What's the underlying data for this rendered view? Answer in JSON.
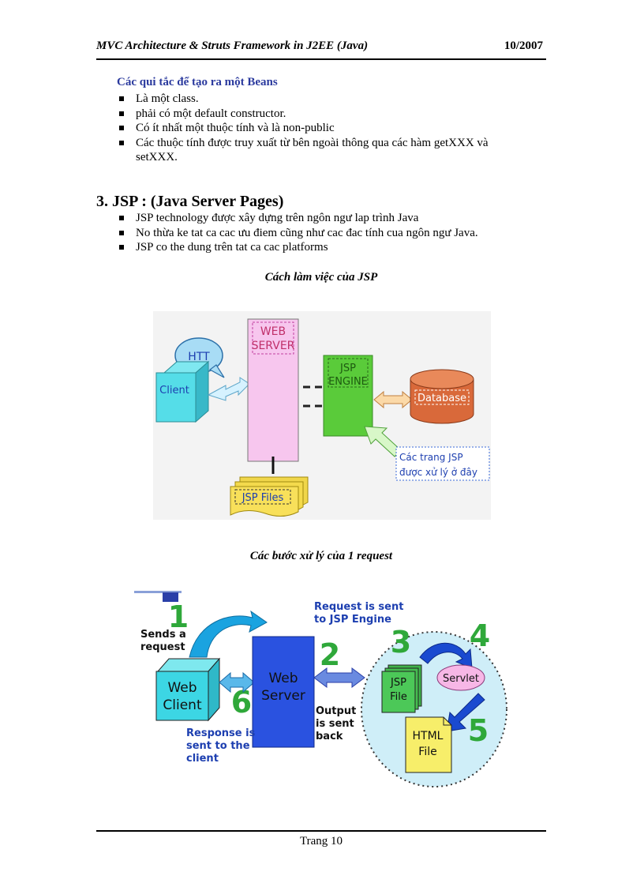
{
  "header": {
    "title": "MVC Architecture & Struts Framework in J2EE (Java)",
    "date": "10/2007"
  },
  "beans": {
    "heading": "Các qui tắc để tạo ra một Beans",
    "items": [
      "Là một class.",
      "phải có một default constructor.",
      "Có ít nhất một thuộc tính và là non-public",
      "Các thuộc tính được truy xuất từ bên ngoài thông qua các hàm getXXX và setXXX."
    ]
  },
  "jsp": {
    "heading": "3. JSP : (Java Server Pages)",
    "items": [
      "JSP technology được xây dựng trên ngôn ngư lap trình Java",
      "No thừa ke tat ca cac ưu điem cũng như cac đac tính cua ngôn ngư Java.",
      "JSP co the dung trên tat ca cac platforms"
    ]
  },
  "figure1": {
    "caption": "Cách làm việc của JSP",
    "http": "HTT",
    "client": "Client",
    "web_server": [
      "WEB",
      "SERVER"
    ],
    "jsp_engine": [
      "JSP",
      "ENGINE"
    ],
    "database": "Database",
    "jsp_files": "JSP Files",
    "note": [
      "Các trang JSP",
      "được xử lý ở đây"
    ]
  },
  "figure2": {
    "caption": "Các bước xử lý của 1 request",
    "step1": "1",
    "step2": "2",
    "step3": "3",
    "step4": "4",
    "step5": "5",
    "step6": "6",
    "sends": [
      "Sends a",
      "request"
    ],
    "request_sent": [
      "Request is sent",
      "to JSP Engine"
    ],
    "web_client": [
      "Web",
      "Client"
    ],
    "web_server": [
      "Web",
      "Server"
    ],
    "jsp_file": [
      "JSP",
      "File"
    ],
    "servlet": "Servlet",
    "html_file": [
      "HTML",
      "File"
    ],
    "output": [
      "Output",
      "is sent",
      "back"
    ],
    "response": [
      "Response is",
      "sent to the",
      "client"
    ]
  },
  "footer": {
    "page": "Trang 10"
  }
}
